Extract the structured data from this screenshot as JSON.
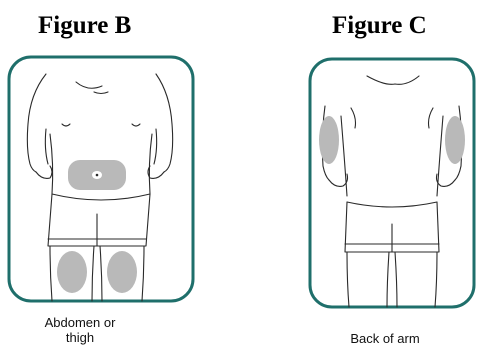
{
  "figures": [
    {
      "title": "Figure B",
      "caption_line1": "Abdomen or",
      "caption_line2": "thigh",
      "view": "front"
    },
    {
      "title": "Figure C",
      "caption_line1": "Back of arm",
      "view": "back"
    }
  ],
  "colors": {
    "frame": "#1f6f6b",
    "injection_site": "#b9b9b9",
    "outline": "#2a2a2a"
  },
  "icons": [
    "front-body-figure",
    "back-body-figure"
  ]
}
